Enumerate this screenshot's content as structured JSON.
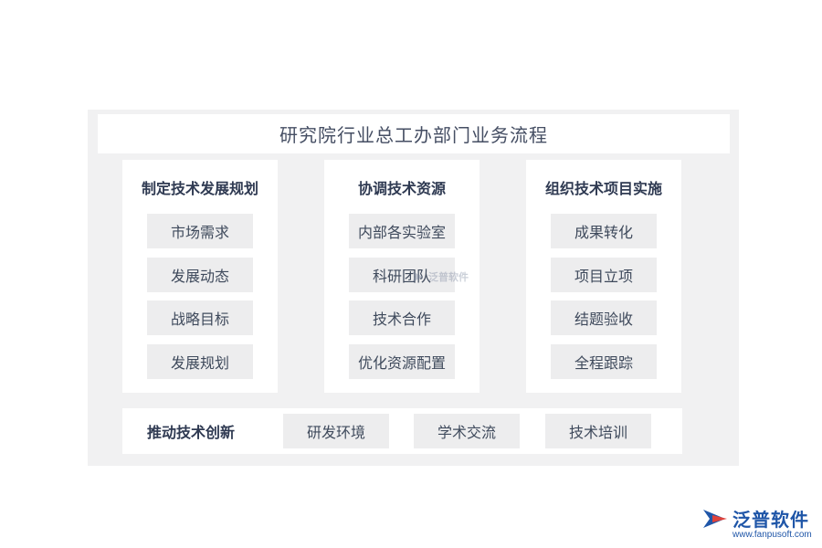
{
  "title": "研究院行业总工办部门业务流程",
  "columns": [
    {
      "title": "制定技术发展规划",
      "items": [
        "市场需求",
        "发展动态",
        "战略目标",
        "发展规划"
      ]
    },
    {
      "title": "协调技术资源",
      "items": [
        "内部各实验室",
        "科研团队",
        "技术合作",
        "优化资源配置"
      ]
    },
    {
      "title": "组织技术项目实施",
      "items": [
        "成果转化",
        "项目立项",
        "结题验收",
        "全程跟踪"
      ]
    }
  ],
  "bottom": {
    "title": "推动技术创新",
    "items": [
      "研发环境",
      "学术交流",
      "技术培训"
    ]
  },
  "watermark": {
    "text": "泛普软件"
  },
  "logo": {
    "name": "泛普软件",
    "url": "www.fanpusoft.com"
  },
  "colors": {
    "panel": "#f1f1f2",
    "item": "#ededee",
    "text": "#3f4a5c",
    "logo": "#1f56a8"
  }
}
